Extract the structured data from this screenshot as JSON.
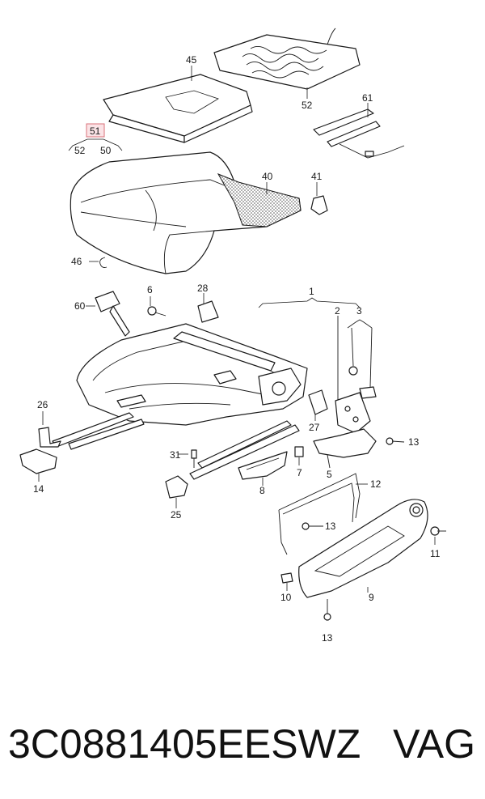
{
  "labels": {
    "l45": "45",
    "l52a": "52",
    "l61": "61",
    "l51": "51",
    "l52b": "52",
    "l50": "50",
    "l40": "40",
    "l41": "41",
    "l46": "46",
    "l6": "6",
    "l28": "28",
    "l60": "60",
    "l1": "1",
    "l2": "2",
    "l3": "3",
    "l26": "26",
    "l27": "27",
    "l13a": "13",
    "l14": "14",
    "l31": "31",
    "l7": "7",
    "l5": "5",
    "l8": "8",
    "l12": "12",
    "l25": "25",
    "l13b": "13",
    "l11": "11",
    "l10": "10",
    "l9": "9",
    "l13c": "13"
  },
  "colors": {
    "highlight_box": "#d9707a",
    "highlight_fill": "#fbe3e6",
    "ink": "#1a1a1a"
  },
  "footer": {
    "part_number": "3C0881405EESWZ",
    "brand": "VAG"
  }
}
